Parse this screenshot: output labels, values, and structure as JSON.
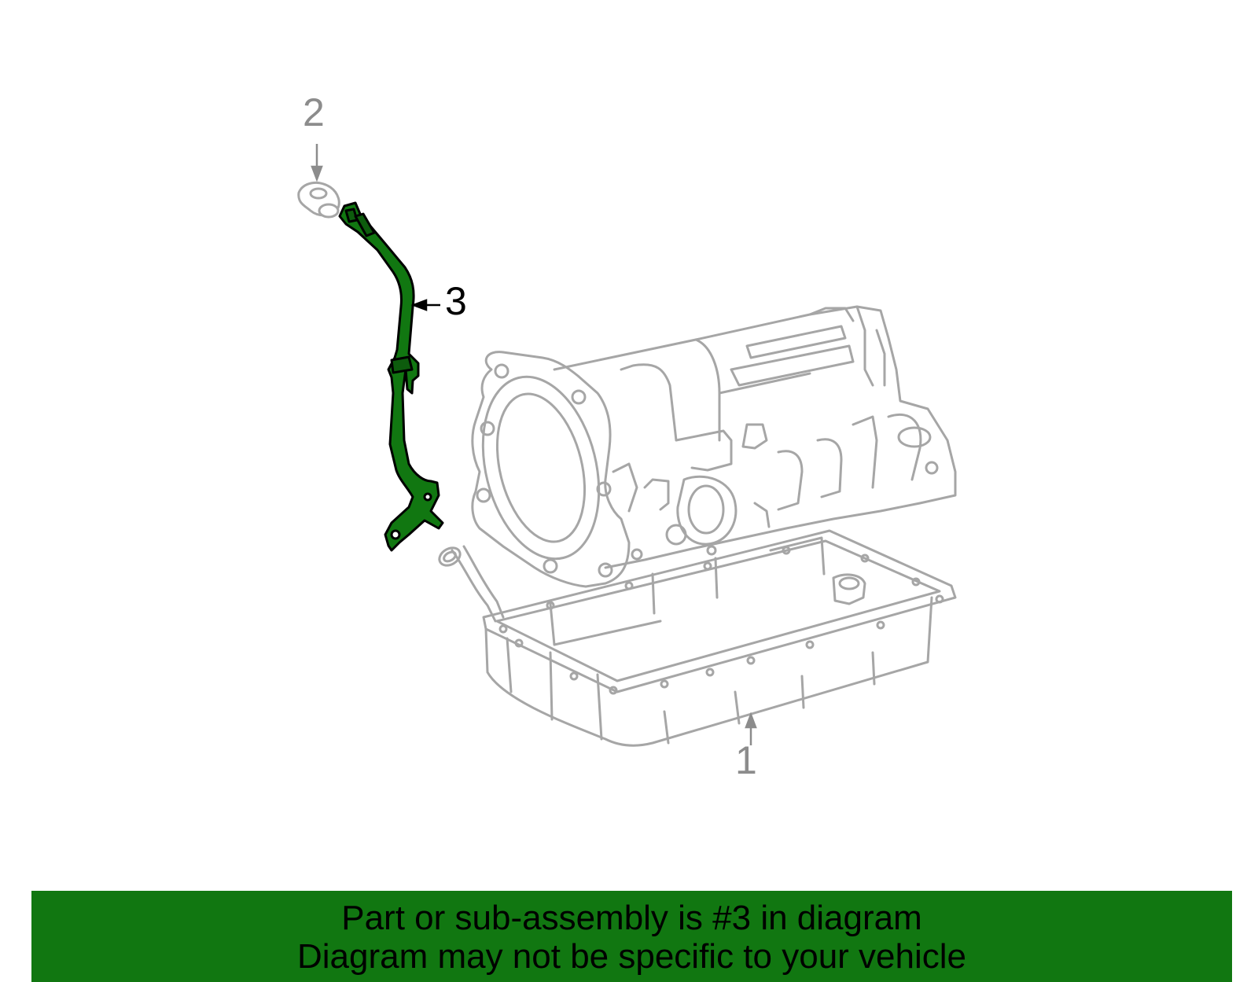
{
  "diagram": {
    "callouts": [
      {
        "number": "1",
        "highlighted": false
      },
      {
        "number": "2",
        "highlighted": false
      },
      {
        "number": "3",
        "highlighted": true
      }
    ],
    "colors": {
      "highlight_part": "#117711",
      "outline_gray": "#a6a6a6",
      "banner_background": "#117711"
    }
  },
  "banner": {
    "line1": "Part or sub-assembly is #3 in diagram",
    "line2": "Diagram may not be specific to your vehicle"
  }
}
